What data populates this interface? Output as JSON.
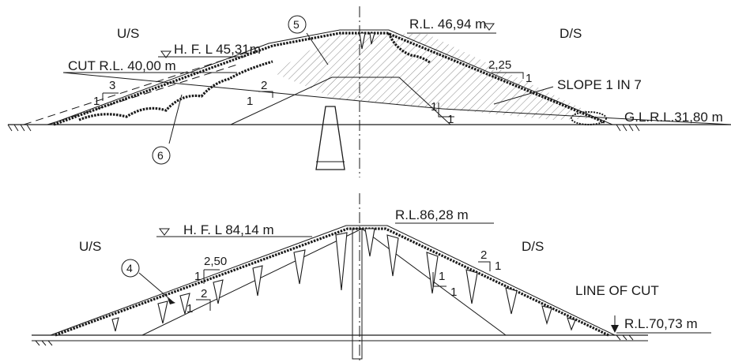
{
  "top_section": {
    "us_label": "U/S",
    "ds_label": "D/S",
    "hfl_label": "H. F. L  45,31m",
    "crest_rl_label": "R.L. 46,94 m",
    "cut_rl_label": "CUT R.L. 40,00 m",
    "gl_rl_label": "G.L.R.L.31,80 m",
    "slope_label": "SLOPE 1 IN 7",
    "us_slope_run": "3",
    "us_slope_rise": "1",
    "ds_slope_run": "2,25",
    "ds_slope_rise": "1",
    "core_slope_run": "2",
    "core_slope_rise": "1",
    "core_ds_run": "1",
    "core_ds_rise": "1",
    "callout_5": "5",
    "callout_6": "6"
  },
  "bottom_section": {
    "us_label": "U/S",
    "ds_label": "D/S",
    "hfl_label": "H. F. L  84,14 m",
    "crest_rl_label": "R.L.86,28 m",
    "cut_line_label": "LINE OF CUT",
    "bottom_rl_label": "R.L.70,73 m",
    "us_slope_run": "2,50",
    "us_slope_rise": "1",
    "ds_slope_run": "2",
    "ds_slope_rise": "1",
    "core_us_run": "2",
    "core_us_rise": "1",
    "core_ds_run": "1",
    "core_ds_rise": "1",
    "callout_4": "4"
  }
}
